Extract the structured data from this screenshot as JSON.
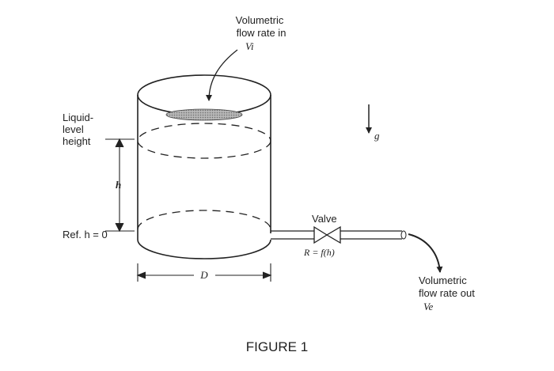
{
  "labels": {
    "flow_in_line1": "Volumetric",
    "flow_in_line2": "flow rate in",
    "flow_in_symbol": "Vi",
    "liquid_line1": "Liquid-",
    "liquid_line2": "level",
    "liquid_line3": "height",
    "h_symbol": "h",
    "ref_label": "Ref. h = 0",
    "valve_label": "Valve",
    "resistance": "R = f(h)",
    "diameter": "D",
    "gravity": "g",
    "flow_out_line1": "Volumetric",
    "flow_out_line2": "flow rate out",
    "flow_out_symbol": "Ve",
    "caption": "FIGURE 1"
  }
}
